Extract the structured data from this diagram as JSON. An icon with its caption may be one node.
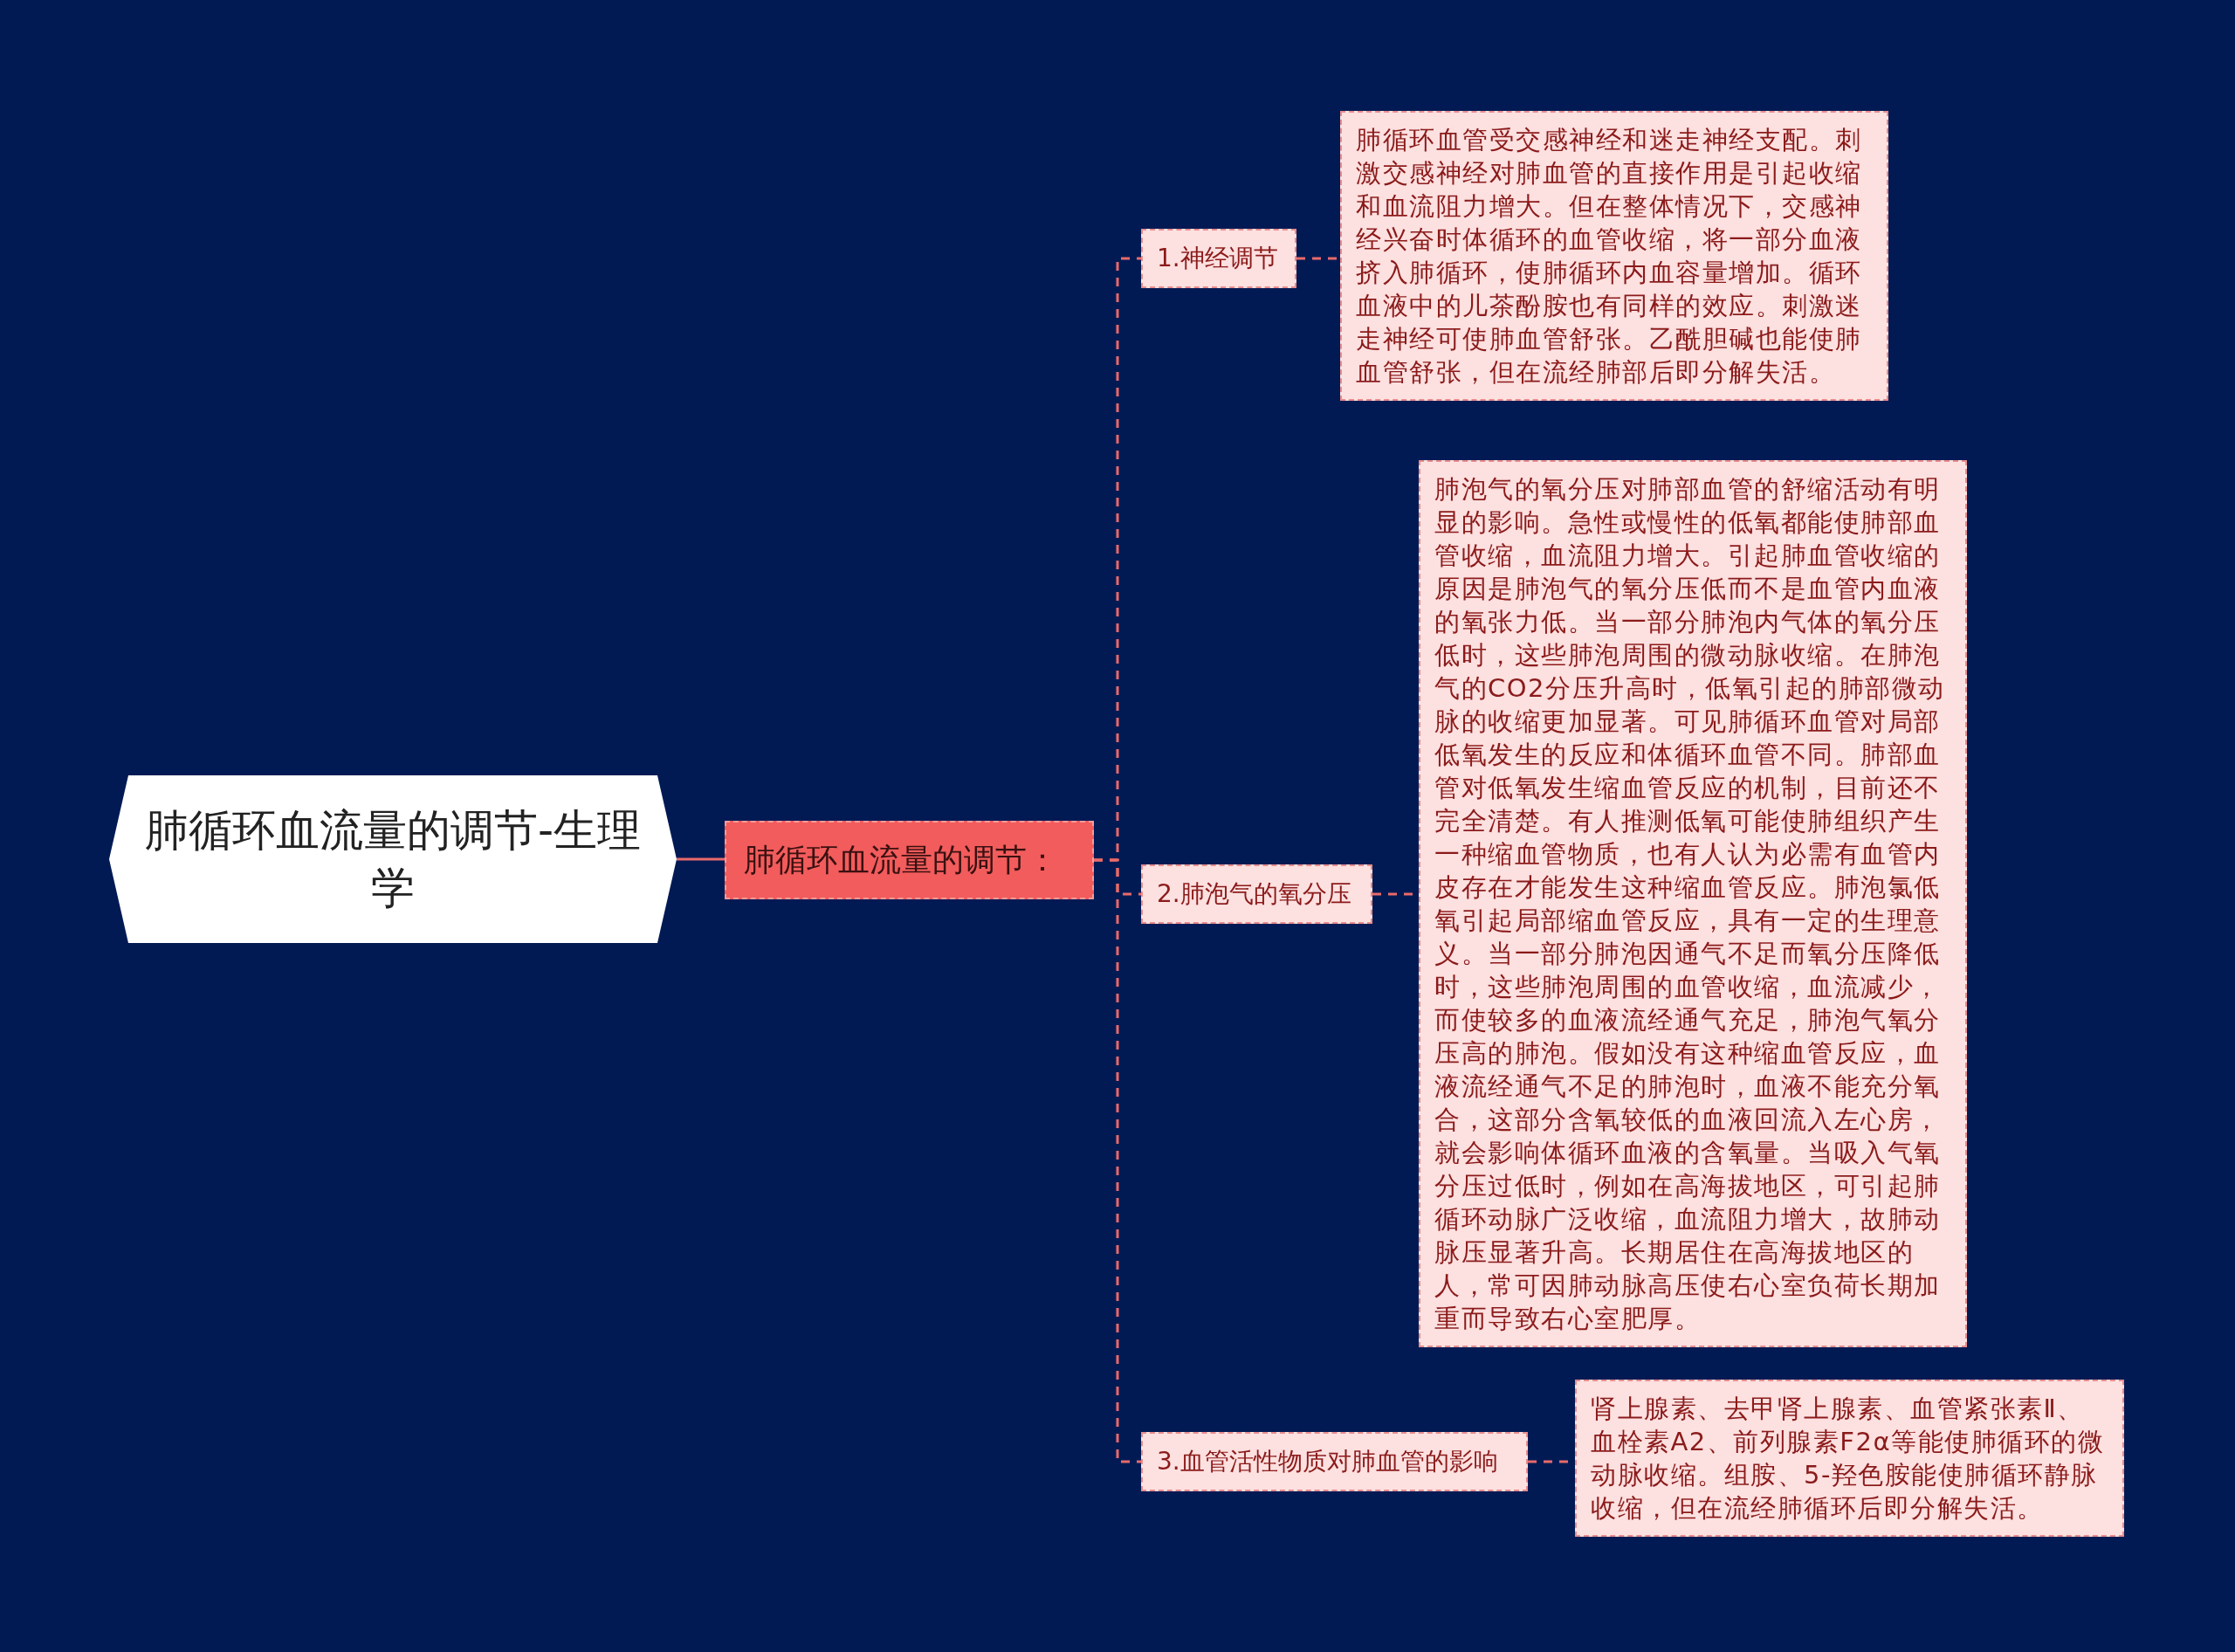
{
  "diagram": {
    "nodes": [
      {
        "text": [
          "肺循环血流量的调节-生理学"
        ]
      },
      {
        "text": [
          "肺循环血流量的调节："
        ]
      },
      {
        "text": [
          "1.神经调节"
        ]
      },
      {
        "text": [
          "肺循环血管受交感神经和迷走神经支配。刺激交感神经对肺血管的直接作用是引起收缩和血流阻力增大。但在整体情况下，交感神经兴奋时体循环的血管收缩，将一部分血液挤入肺循环，使肺循环内血容量增加。循环血液中的儿茶酚胺也有同样的效应。刺激迷走神经可使肺血管舒张。乙酰胆碱也能使肺血管舒张，但在流经肺部后即分解失活。"
        ]
      },
      {
        "text": [
          "2.肺泡气的氧分压"
        ]
      },
      {
        "text": [
          "肺泡气的氧分压对肺部血管的舒缩活动有明显的影响。急性或慢性的低氧都能使肺部血管收缩，血流阻力增大。引起肺血管收缩的原因是肺泡气的氧分压低而不是血管内血液的氧张力低。当一部分肺泡内气体的氧分压低时，这些肺泡周围的微动脉收缩。在肺泡气的CO2分压升高时，低氧引起的肺部微动脉的收缩更加显著。可见肺循环血管对局部低氧发生的反应和体循环血管不同。肺部血管对低氧发生缩血管反应的机制，目前还不完全清楚。有人推测低氧可能使肺组织产生一种缩血管物质，也有人认为必需有血管内皮存在才能发生这种缩血管反应。肺泡氯低氧引起局部缩血管反应，具有一定的生理意义。当一部分肺泡因通气不足而氧分压降低时，这些肺泡周围的血管收缩，血流减少，而使较多的血液流经通气充足，肺泡气氧分压高的肺泡。假如没有这种缩血管反应，血液流经通气不足的肺泡时，血液不能充分氧合，这部分含氧较低的血液回流入左心房，就会影响体循环血液的含氧量。当吸入气氧分压过低时，例如在高海拔地区，可引起肺循环动脉广泛收缩，血流阻力增大，故肺动脉压显著升高。长期居住在高海拔地区的人，常可因肺动脉高压使右心室负荷长期加重而导致右心室肥厚。"
        ]
      },
      {
        "text": [
          "3.血管活性物质对肺血管的影响"
        ]
      },
      {
        "text": [
          "肾上腺素、去甲肾上腺素、血管紧张素Ⅱ、血栓素A2、前列腺素F2α等能使肺循环的微动脉收缩。组胺、5-羟色胺能使肺循环静脉收缩，但在流经肺循环后即分解失活。"
        ]
      }
    ],
    "edges": [
      {
        "from": 0,
        "to": 1,
        "arrow": "none"
      },
      {
        "from": 1,
        "to": 2,
        "arrow": "none",
        "style": "dashed"
      },
      {
        "from": 1,
        "to": 4,
        "arrow": "none",
        "style": "dashed"
      },
      {
        "from": 1,
        "to": 6,
        "arrow": "none",
        "style": "dashed"
      },
      {
        "from": 2,
        "to": 3,
        "arrow": "none",
        "style": "dashed"
      },
      {
        "from": 4,
        "to": 5,
        "arrow": "none",
        "style": "dashed"
      },
      {
        "from": 6,
        "to": 7,
        "arrow": "none",
        "style": "dashed"
      }
    ]
  }
}
